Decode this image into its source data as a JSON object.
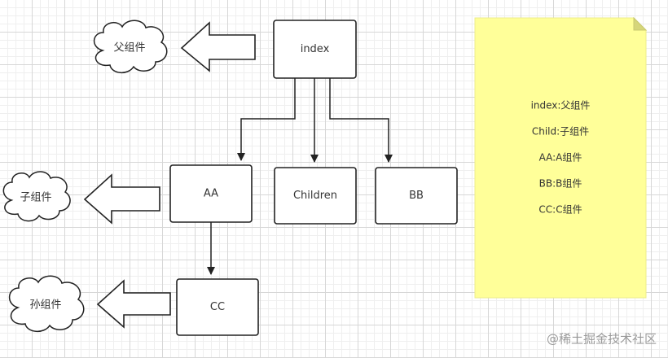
{
  "nodes": {
    "index": "index",
    "aa": "AA",
    "children": "Children",
    "bb": "BB",
    "cc": "CC"
  },
  "clouds": {
    "parent": "父组件",
    "child": "子组件",
    "grandchild": "孙组件"
  },
  "note": {
    "lines": [
      "index:父组件",
      "Child:子组件",
      "AA:A组件",
      "BB:B组件",
      "CC:C组件"
    ]
  },
  "watermark": "@稀土掘金技术社区",
  "colors": {
    "stroke": "#222222",
    "note_fill": "#ffff99",
    "note_fold": "#d6d67a",
    "box_fill": "#ffffff"
  }
}
